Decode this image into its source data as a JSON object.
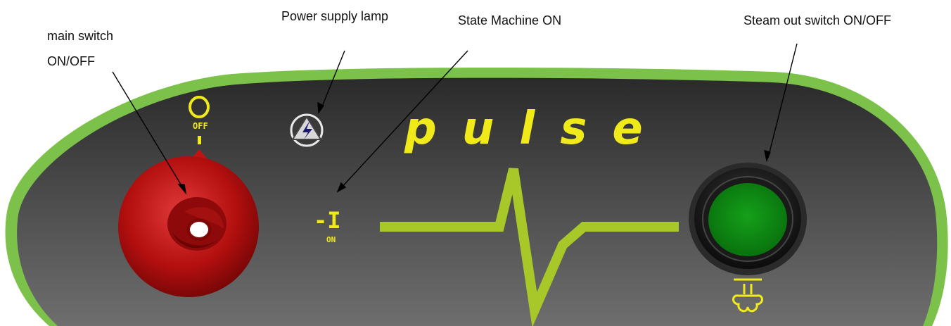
{
  "callouts": {
    "main_switch_line1": "main switch",
    "main_switch_line2": "ON/OFF",
    "power_lamp": "Power supply lamp",
    "state_machine": "State Machine ON",
    "steam_switch": "Steam out switch ON/OFF"
  },
  "panel": {
    "brand": "pulse",
    "off_label": "OFF",
    "on_label": "ON",
    "on_symbol": "-I",
    "colors": {
      "frame": "#7cc24a",
      "panel_dark": "#303030",
      "panel_light": "#6a6a6a",
      "accent": "#f0ea1a",
      "pulse_line": "#a8c82a",
      "knob": "#b80d0d",
      "steam_button": "#0f8a14"
    },
    "icons": [
      "power-off-symbol-icon",
      "lightning-warning-icon",
      "steam-icon"
    ]
  }
}
